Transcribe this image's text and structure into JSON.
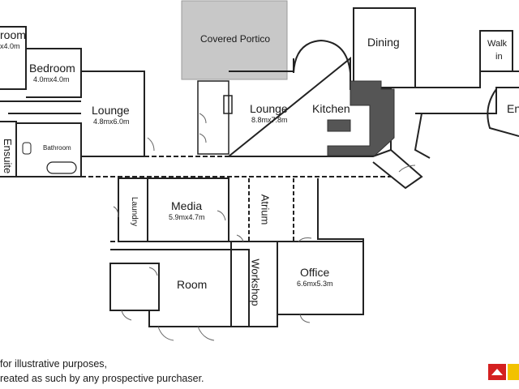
{
  "rooms": {
    "bedroom2": {
      "name": "room",
      "dim": "x4.0m"
    },
    "bedroom": {
      "name": "Bedroom",
      "dim": "4.0mx4.0m"
    },
    "lounge_w": {
      "name": "Lounge",
      "dim": "4.8mx6.0m"
    },
    "portico": {
      "name": "Covered Portico"
    },
    "dining": {
      "name": "Dining"
    },
    "lounge_c": {
      "name": "Lounge",
      "dim": "8.8mx7.8m"
    },
    "kitchen": {
      "name": "Kitchen"
    },
    "walkin": {
      "line1": "Walk",
      "line2": "in"
    },
    "entry": {
      "name": "En"
    },
    "ensuite": {
      "name": "Ensuite"
    },
    "bathroom": {
      "name": "Bathroom"
    },
    "laundry": {
      "name": "Laundry"
    },
    "media": {
      "name": "Media",
      "dim": "5.9mx4.7m"
    },
    "atrium": {
      "name": "Atrium"
    },
    "room": {
      "name": "Room"
    },
    "workshop": {
      "name": "Workshop"
    },
    "office": {
      "name": "Office",
      "dim": "6.6mx5.3m"
    }
  },
  "disclaimer": {
    "line1": "for illustrative purposes,",
    "line2": "reated as such by any prospective purchaser."
  },
  "colors": {
    "wall": "#222222",
    "portico_fill": "#c8c8c8",
    "kitchen_bench": "#555555",
    "logo_red": "#d42020",
    "logo_yellow": "#f2c200"
  }
}
